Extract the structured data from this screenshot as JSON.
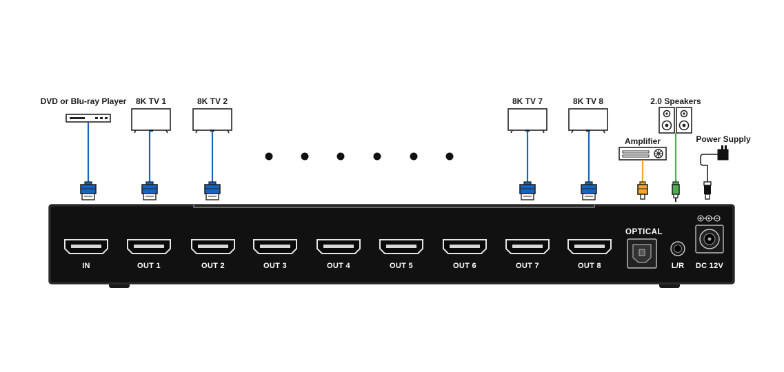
{
  "source_label": "DVD or Blu-ray Player",
  "display_labels": [
    "8K TV 1",
    "8K TV 2",
    "8K TV 7",
    "8K TV 8"
  ],
  "audio_labels": {
    "speakers": "2.0 Speakers",
    "amplifier": "Amplifier",
    "power": "Power Supply"
  },
  "ports": [
    "IN",
    "OUT 1",
    "OUT 2",
    "OUT 3",
    "OUT 4",
    "OUT 5",
    "OUT 6",
    "OUT 7",
    "OUT 8"
  ],
  "panel_labels": {
    "optical": "OPTICAL",
    "lr": "L/R",
    "dc": "DC 12V"
  },
  "colors": {
    "hdmi_cable": "#1565c0",
    "optical_cable": "#f5a623",
    "audio_cable": "#4caf50",
    "device_body": "#111111",
    "outline": "#222222"
  },
  "icons": {
    "source": "blu-ray-player-icon",
    "display": "tv-icon",
    "speakers": "speaker-pair-icon",
    "amplifier": "amplifier-icon",
    "power": "power-adapter-icon",
    "ellipsis": "ellipsis-dots"
  }
}
